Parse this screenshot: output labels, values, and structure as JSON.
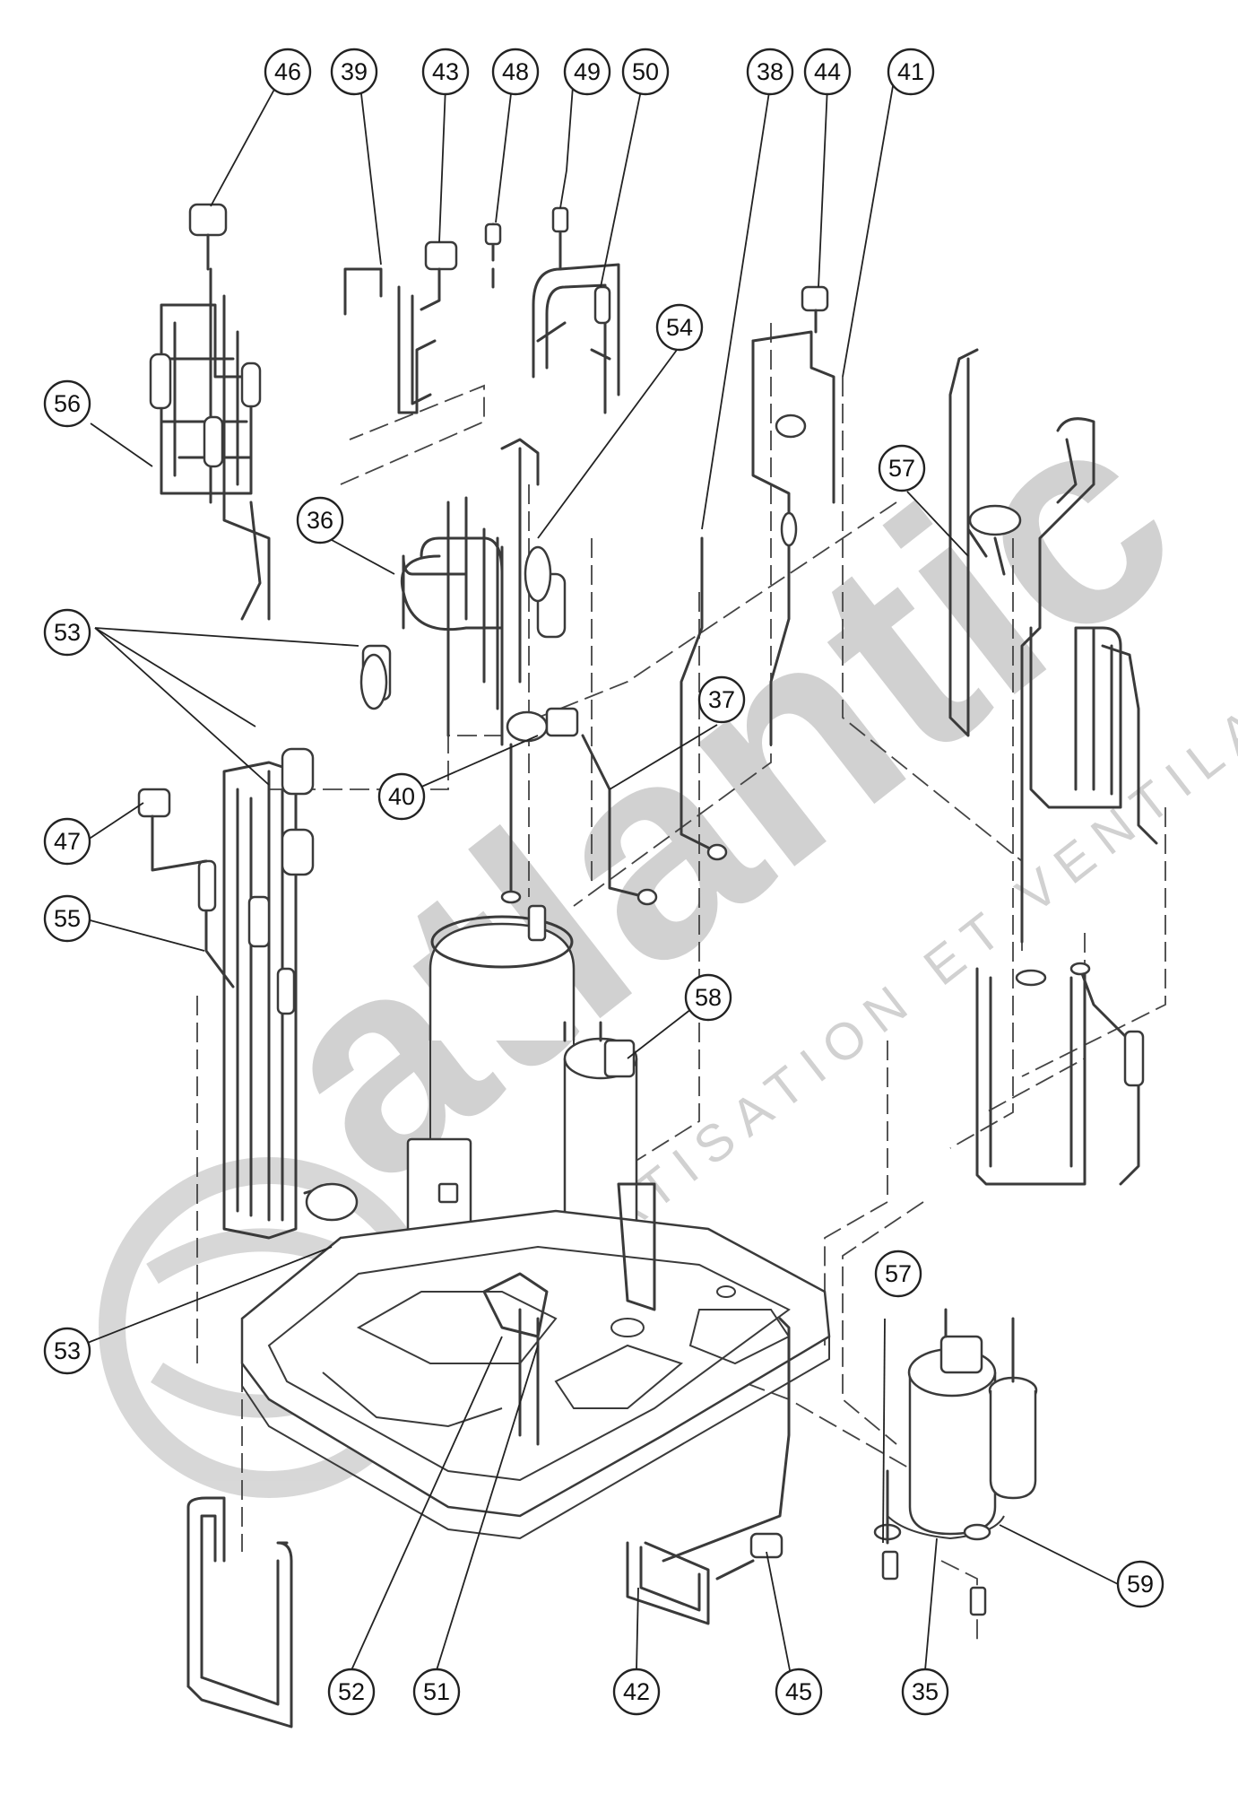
{
  "watermark": {
    "brand": "atlantic",
    "tagline": "CLIMATISATION ET VENTILATION",
    "color": "#9a9a9a"
  },
  "callouts": [
    {
      "id": "46"
    },
    {
      "id": "39"
    },
    {
      "id": "43"
    },
    {
      "id": "48"
    },
    {
      "id": "49"
    },
    {
      "id": "50"
    },
    {
      "id": "38"
    },
    {
      "id": "44"
    },
    {
      "id": "41"
    },
    {
      "id": "54"
    },
    {
      "id": "56"
    },
    {
      "id": "57"
    },
    {
      "id": "36"
    },
    {
      "id": "53"
    },
    {
      "id": "37"
    },
    {
      "id": "40"
    },
    {
      "id": "47"
    },
    {
      "id": "55"
    },
    {
      "id": "58"
    },
    {
      "id": "57"
    },
    {
      "id": "53"
    },
    {
      "id": "59"
    },
    {
      "id": "52"
    },
    {
      "id": "51"
    },
    {
      "id": "42"
    },
    {
      "id": "45"
    },
    {
      "id": "35"
    }
  ]
}
